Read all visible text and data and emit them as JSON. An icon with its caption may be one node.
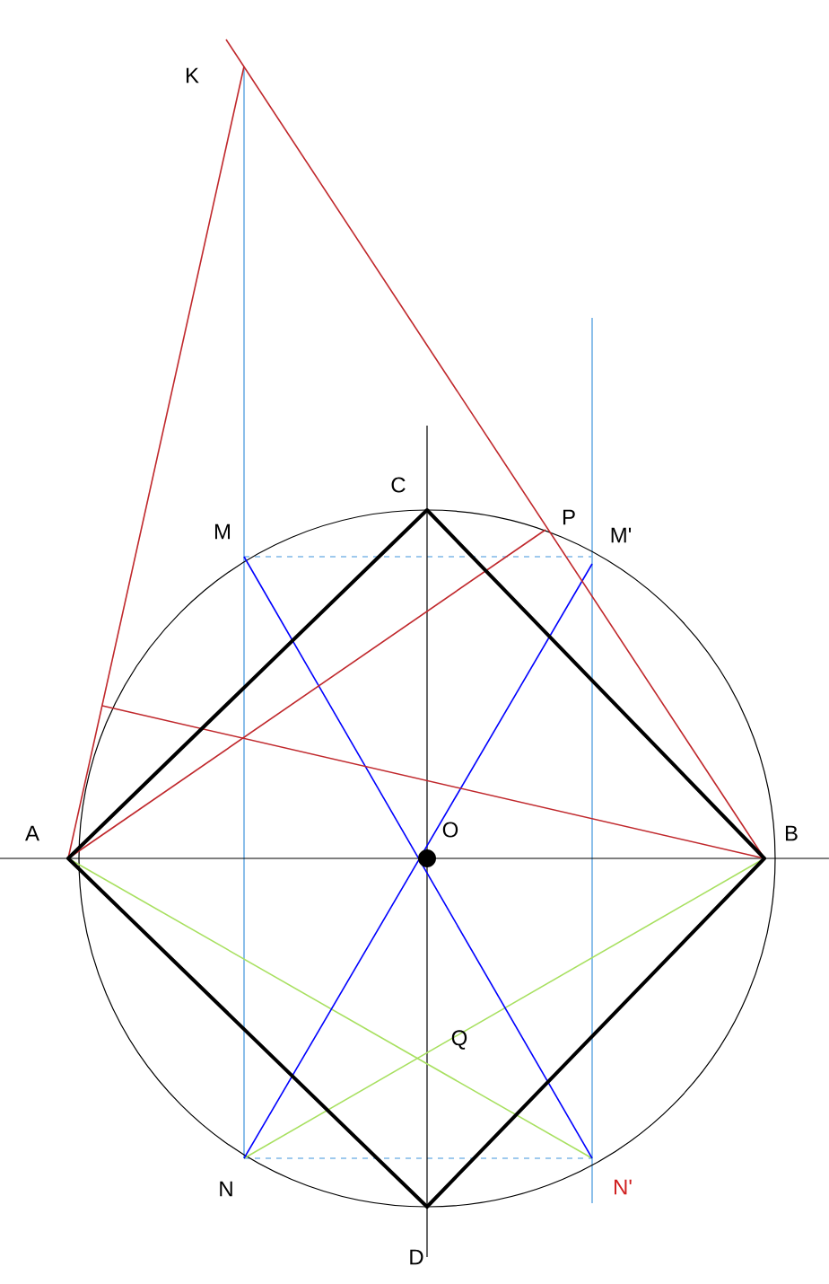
{
  "diagram": {
    "labels": [
      "K",
      "C",
      "P",
      "M",
      "M'",
      "A",
      "O",
      "B",
      "Q",
      "N",
      "D",
      "N'"
    ]
  }
}
